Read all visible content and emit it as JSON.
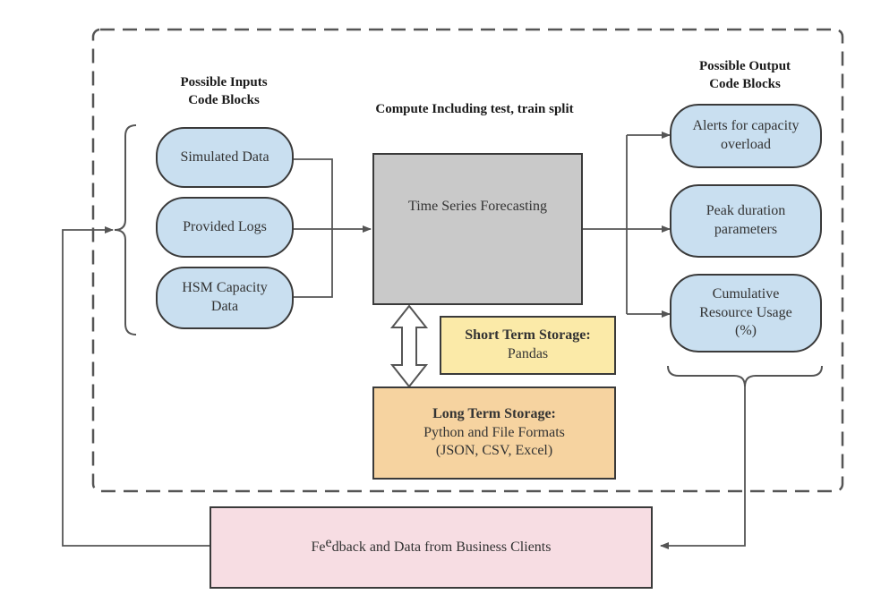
{
  "colors": {
    "input_fill": "#c9dff0",
    "forecast_fill": "#c9c9c9",
    "short_term_fill": "#fbeaa8",
    "long_term_fill": "#f6d3a0",
    "feedback_fill": "#f7dde3",
    "stroke": "#3a3a3a",
    "frame": "#555555"
  },
  "inputs": {
    "heading_line1": "Possible Inputs",
    "heading_line2": "Code Blocks",
    "items": [
      "Simulated Data",
      "Provided Logs",
      "HSM Capacity",
      "Data"
    ]
  },
  "compute": {
    "heading": "Compute Including test, train split",
    "forecast_label": "Time Series Forecasting"
  },
  "outputs": {
    "heading_line1": "Possible Output",
    "heading_line2": "Code Blocks",
    "alerts_line1": "Alerts for capacity",
    "alerts_line2": "overload",
    "peak_line1": "Peak duration",
    "peak_line2": "parameters",
    "cumulative_line1": "Cumulative",
    "cumulative_line2": "Resource Usage",
    "cumulative_line3": "(%)"
  },
  "short_term": {
    "title": "Short Term Storage:",
    "body": "Pandas"
  },
  "long_term": {
    "title": "Long Term Storage:",
    "line1": "Python and File Formats",
    "line2": "(JSON, CSV, Excel)"
  },
  "feedback": {
    "label_pre": "Fe",
    "label_mid": "e",
    "label_post": "dback and Data from Business Clients"
  }
}
